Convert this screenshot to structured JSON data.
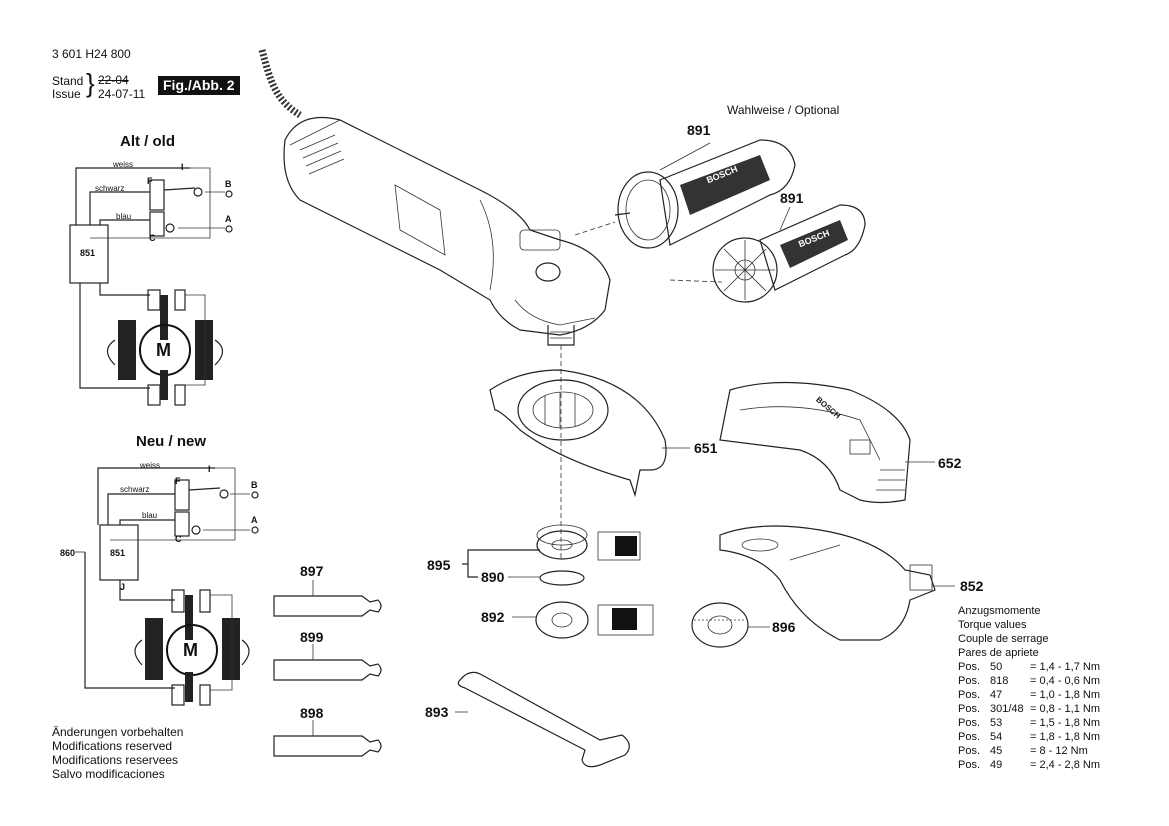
{
  "header": {
    "doc_number": "3 601 H24 800",
    "stand_label": "Stand",
    "issue_label": "Issue",
    "stand_date": "22-04",
    "issue_date": "24-07-11",
    "fig_label": "Fig./Abb. 2"
  },
  "wiring_old": {
    "title": "Alt / old",
    "wire_weiss": "weiss",
    "wire_schwarz": "schwarz",
    "wire_blau": "blau",
    "term_I": "I",
    "term_F": "F",
    "term_B": "B",
    "term_A": "A",
    "term_C": "C",
    "module": "851",
    "motor": "M"
  },
  "wiring_new": {
    "title": "Neu / new",
    "wire_weiss": "weiss",
    "wire_schwarz": "schwarz",
    "wire_blau": "blau",
    "term_I": "I",
    "term_F": "F",
    "term_B": "B",
    "term_A": "A",
    "term_C": "C",
    "term_J": "J",
    "module": "851",
    "ref_860": "860",
    "motor": "M"
  },
  "optional_label": "Wahlweise / Optional",
  "parts": {
    "p891a": "891",
    "p891b": "891",
    "p651": "651",
    "p652": "652",
    "p852": "852",
    "p895": "895",
    "p890": "890",
    "p892": "892",
    "p896": "896",
    "p893": "893",
    "p897": "897",
    "p899": "899",
    "p898": "898"
  },
  "brand": "BOSCH",
  "footer": [
    "Änderungen vorbehalten",
    "Modifications reserved",
    "Modifications reservees",
    "Salvo modificaciones"
  ],
  "torque": {
    "heading": [
      "Anzugsmomente",
      "Torque values",
      "Couple de serrage",
      "Pares de apriete"
    ],
    "rows": [
      {
        "pos": "Pos.",
        "num": "50",
        "value": "= 1,4 - 1,7 Nm"
      },
      {
        "pos": "Pos.",
        "num": "818",
        "value": "= 0,4 - 0,6 Nm"
      },
      {
        "pos": "Pos.",
        "num": "47",
        "value": "= 1,0 - 1,8 Nm"
      },
      {
        "pos": "Pos.",
        "num": "301/48",
        "value": "= 0,8 - 1,1 Nm"
      },
      {
        "pos": "Pos.",
        "num": "53",
        "value": "= 1,5 - 1,8 Nm"
      },
      {
        "pos": "Pos.",
        "num": "54",
        "value": "= 1,8 - 1,8 Nm"
      },
      {
        "pos": "Pos.",
        "num": "45",
        "value": "= 8 - 12 Nm"
      },
      {
        "pos": "Pos.",
        "num": "49",
        "value": "= 2,4 - 2,8 Nm"
      }
    ]
  }
}
